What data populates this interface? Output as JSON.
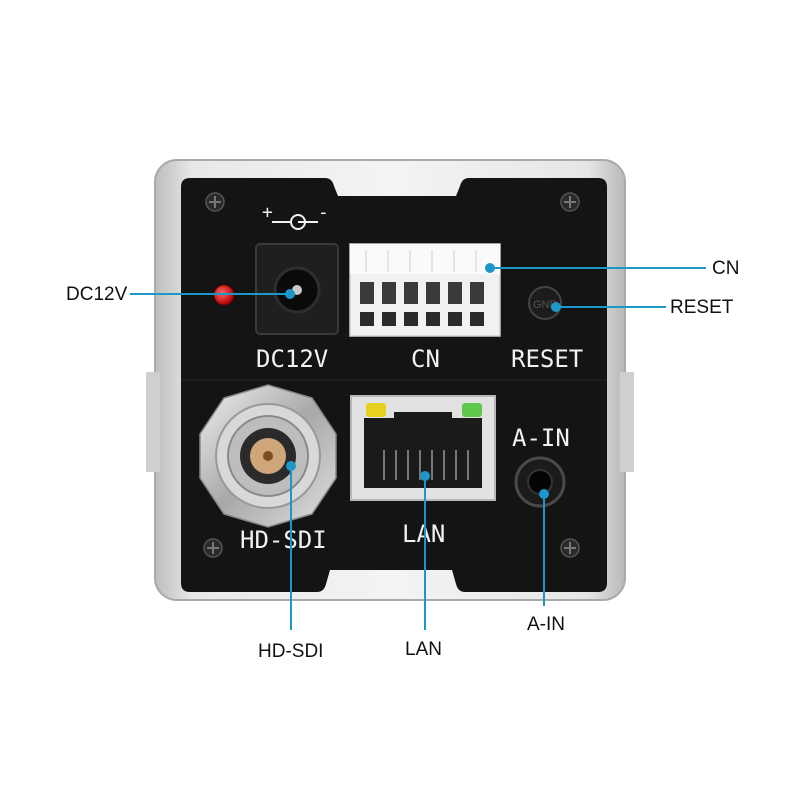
{
  "panel_labels": {
    "power": "DC12V",
    "connector": "CN",
    "reset": "RESET",
    "sdi": "HD-SDI",
    "lan": "LAN",
    "audio_in": "A-IN",
    "gnd_marking": "GND",
    "polarity_plus": "+",
    "polarity_minus": "-"
  },
  "callouts": {
    "dc12v": "DC12V",
    "cn": "CN",
    "reset": "RESET",
    "hd_sdi": "HD-SDI",
    "lan": "LAN",
    "a_in": "A-IN"
  },
  "colors": {
    "leader_line": "#1e96c8",
    "panel": "#141414",
    "housing": "#d9d9d9",
    "led_red": "#e01010",
    "led_yellow": "#e6d21e",
    "led_green": "#5ec84a"
  },
  "terminal_block_pins": 6
}
